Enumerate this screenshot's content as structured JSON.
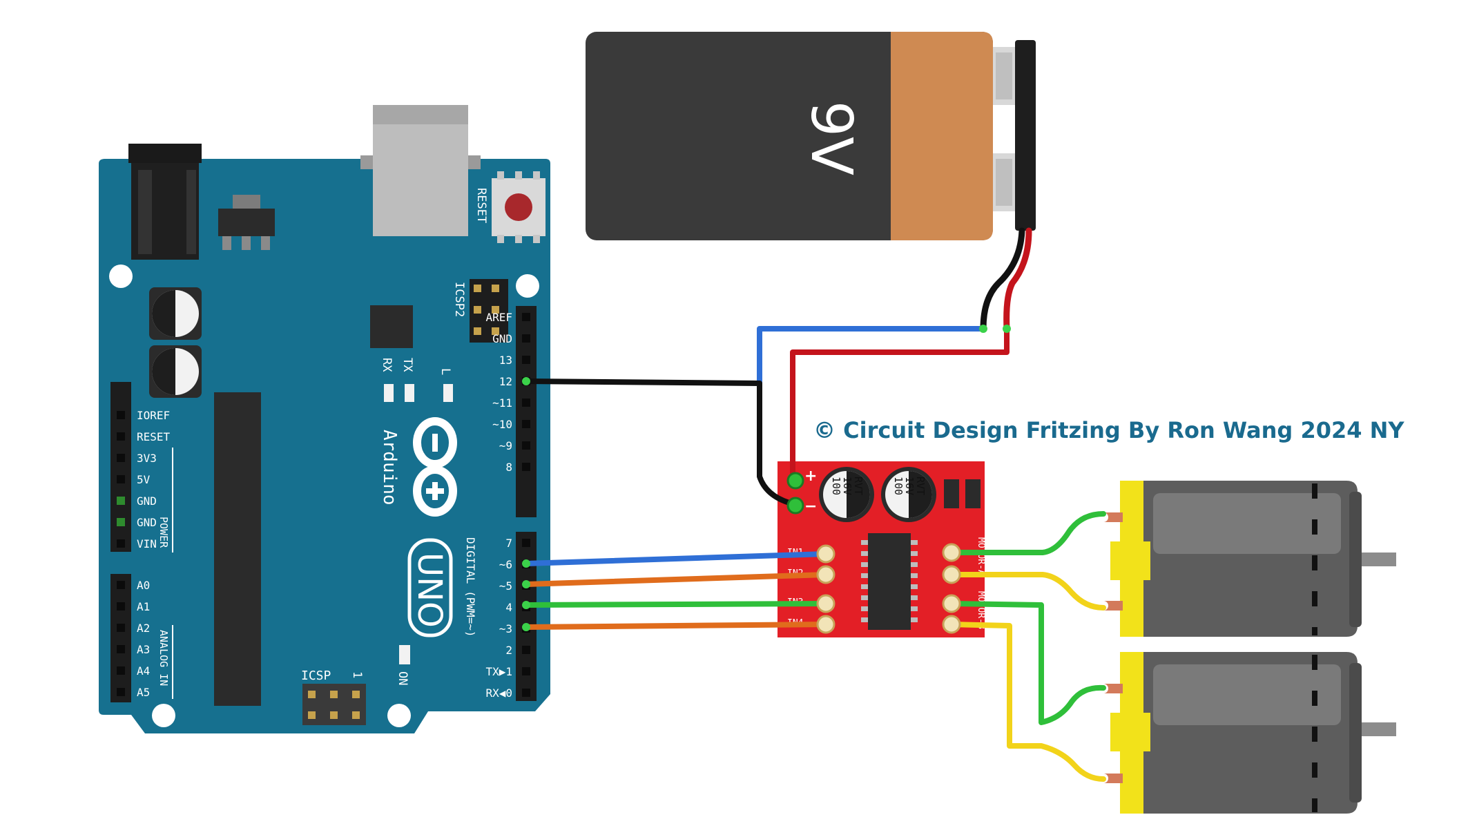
{
  "credit": "© Circuit Design Fritzing By Ron Wang 2024 NY",
  "battery": {
    "label": "9V"
  },
  "arduino": {
    "brand": "Arduino",
    "model": "UNO",
    "reset_label": "RESET",
    "icsp2_label": "ICSP2",
    "icsp_label": "ICSP",
    "icsp_pin1": "1",
    "tx_label": "TX",
    "rx_label": "RX",
    "l_label": "L",
    "on_label": "ON",
    "power_label": "POWER",
    "analog_label": "ANALOG IN",
    "digital_label": "DIGITAL (PWM=~)",
    "power_pins": [
      "IOREF",
      "RESET",
      "3V3",
      "5V",
      "GND",
      "GND",
      "VIN"
    ],
    "analog_pins": [
      "A0",
      "A1",
      "A2",
      "A3",
      "A4",
      "A5"
    ],
    "digital_top": [
      "AREF",
      "GND",
      "13",
      "12",
      "~11",
      "~10",
      "~9",
      "8"
    ],
    "digital_bottom": [
      "7",
      "~6",
      "~5",
      "4",
      "~3",
      "2",
      "TX▶1",
      "RX◀0"
    ]
  },
  "driver": {
    "plus": "+",
    "minus": "−",
    "cap1": [
      "100",
      "16V",
      "RVT"
    ],
    "cap2": [
      "100",
      "16V",
      "RVT"
    ],
    "motor_a_label": "MOTOR-A",
    "motor_b_label": "MOTOR-B",
    "in_labels": [
      "IN1",
      "IN2",
      "IN3",
      "IN4"
    ]
  },
  "colors": {
    "board": "#16708f",
    "driver": "#e31f26",
    "battery_body": "#3a3a3a",
    "battery_band": "#cf8a52",
    "wire_blue": "#2f6fd6",
    "wire_red": "#c4141c",
    "wire_black": "#111111",
    "wire_orange": "#e06c1c",
    "wire_green": "#2fbf3a",
    "wire_yellow": "#f2d31a",
    "motor_yellow": "#f2e21a",
    "credit": "#1a6a8e"
  }
}
